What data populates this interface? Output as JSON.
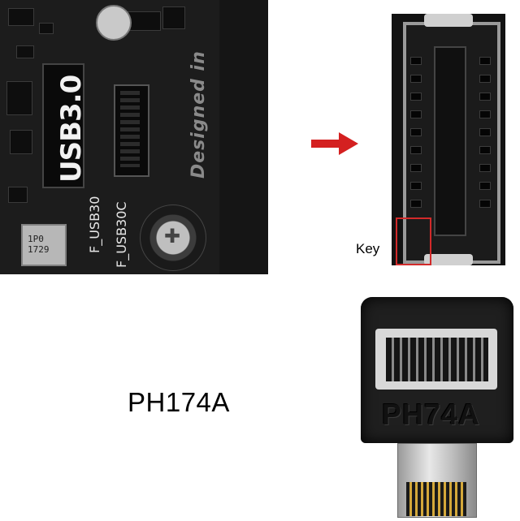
{
  "board": {
    "usb30": "USB3.0",
    "designed": "Designed in",
    "f_usb30": "F_USB30",
    "f_usb30c": "F_USB30C",
    "inductor": "1P0\n1729"
  },
  "closeup": {
    "key_label": "Key"
  },
  "product": {
    "title": "PH174A",
    "engraving": "PH74A"
  },
  "colors": {
    "arrow": "#d42020",
    "key_highlight": "#d22a2a"
  }
}
